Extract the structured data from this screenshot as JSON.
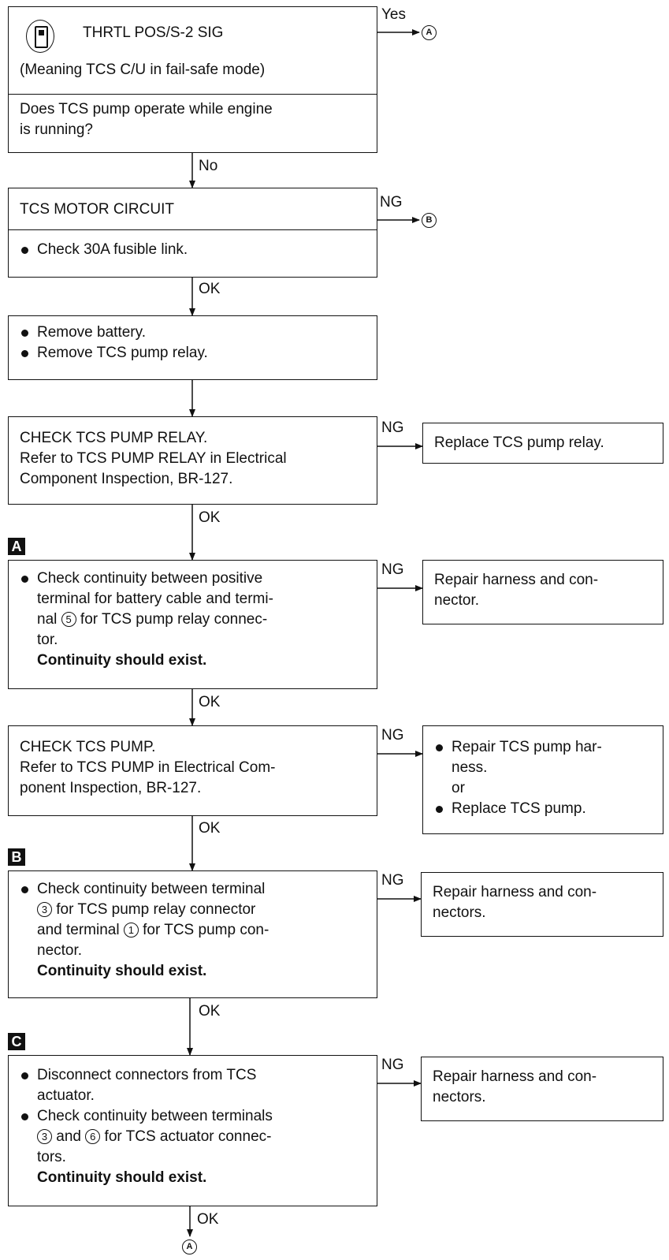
{
  "step1": {
    "title": "THRTL POS/S-2 SIG",
    "subtitle": "(Meaning TCS C/U in fail-safe mode)",
    "question": [
      "Does TCS pump operate while engine",
      "is running?"
    ],
    "yes_label": "Yes",
    "yes_target": "A"
  },
  "step2": {
    "title": "TCS MOTOR CIRCUIT",
    "check": "Check 30A fusible link.",
    "ng_label": "NG",
    "ng_target": "B",
    "no_label": "No"
  },
  "step3": {
    "items": [
      "Remove battery.",
      "Remove TCS pump relay."
    ],
    "ok_label": "OK"
  },
  "step4": {
    "lines": [
      "CHECK TCS PUMP RELAY.",
      "Refer to TCS PUMP RELAY in Electrical",
      "Component Inspection, BR-127."
    ],
    "ng_label": "NG",
    "ng_action": "Replace TCS pump relay.",
    "ok_label": "OK"
  },
  "marker_a": "A",
  "step5": {
    "lines": [
      "Check continuity between positive",
      "terminal for battery cable and termi-",
      "for TCS pump relay connec-",
      "tor."
    ],
    "nal_prefix": "nal",
    "terminal": "5",
    "result": "Continuity should exist.",
    "ng_label": "NG",
    "ng_action": [
      "Repair harness and con-",
      "nector."
    ],
    "ok_label": "OK"
  },
  "step6": {
    "lines": [
      "CHECK TCS PUMP.",
      "Refer to TCS PUMP in Electrical Com-",
      "ponent Inspection, BR-127."
    ],
    "ng_label": "NG",
    "ng_action_1": [
      "Repair TCS pump har-",
      "ness."
    ],
    "ng_or": "or",
    "ng_action_2": "Replace TCS pump.",
    "ok_label": "OK"
  },
  "marker_b": "B",
  "step7": {
    "line1": "Check continuity between terminal",
    "terminal_a": "3",
    "line2_rest": "for TCS pump relay connector",
    "line3_pre": "and terminal",
    "terminal_b": "1",
    "line3_post": "for TCS pump con-",
    "line4": "nector.",
    "result": "Continuity should exist.",
    "ng_label": "NG",
    "ng_action": [
      "Repair harness and con-",
      "nectors."
    ],
    "ok_label": "OK"
  },
  "marker_c": "C",
  "step8": {
    "item1": [
      "Disconnect connectors from TCS",
      "actuator."
    ],
    "item2_line1": "Check continuity between terminals",
    "terminal_a": "3",
    "and_word": "and",
    "terminal_b": "6",
    "item2_line2_post": "for TCS actuator connec-",
    "item2_line3": "tors.",
    "result": "Continuity should exist.",
    "ng_label": "NG",
    "ng_action": [
      "Repair harness and con-",
      "nectors."
    ],
    "ok_label": "OK",
    "end_target": "A"
  }
}
